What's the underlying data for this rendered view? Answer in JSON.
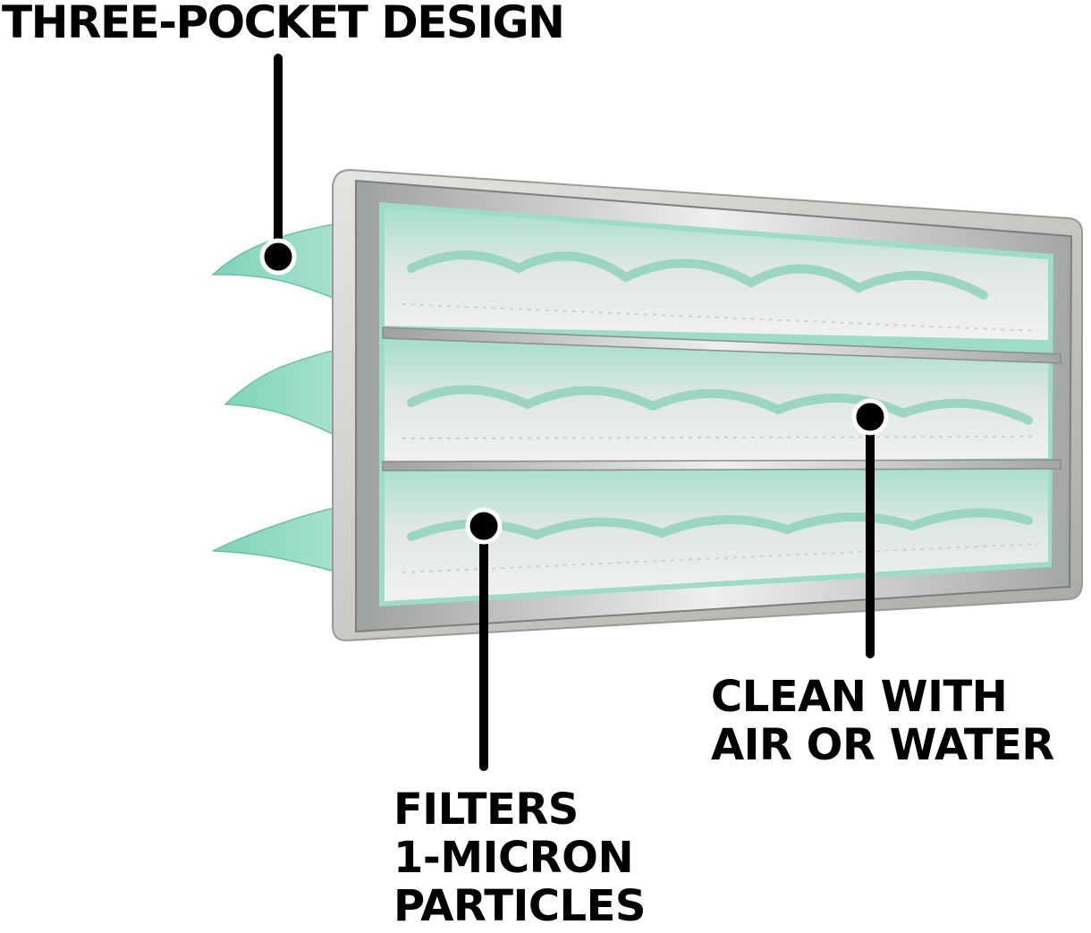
{
  "callouts": {
    "three_pocket": {
      "text": "THREE-POCKET DESIGN"
    },
    "clean": {
      "lines": [
        "CLEAN WITH",
        "AIR OR WATER"
      ]
    },
    "filters": {
      "lines": [
        "FILTERS",
        "1-MICRON",
        "PARTICLES"
      ]
    }
  },
  "colors": {
    "text": "#000000",
    "frame": "#c6c6c2",
    "frame_dark": "#8d8d88",
    "metal": "#d9dbdb",
    "media_mint": "#9fdcc8",
    "media_white": "#e8ecea",
    "pointer": "#000000"
  },
  "visual": {
    "subject": "three-pocket-bag-filter",
    "pockets": 3
  }
}
